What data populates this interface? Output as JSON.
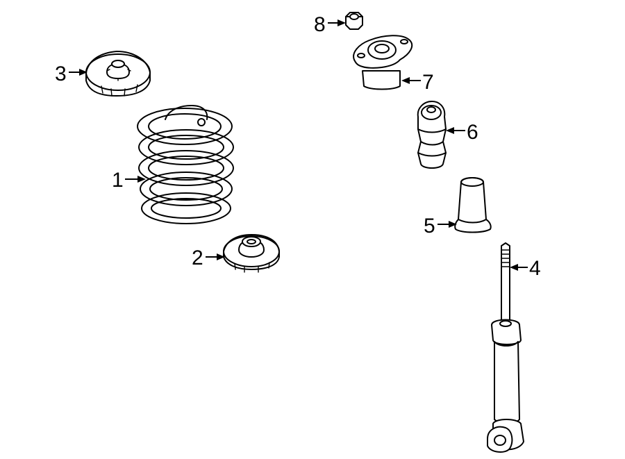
{
  "callouts": [
    {
      "number": "1",
      "part": "coil-spring"
    },
    {
      "number": "2",
      "part": "lower-spring-seat"
    },
    {
      "number": "3",
      "part": "upper-spring-seat"
    },
    {
      "number": "4",
      "part": "shock-absorber"
    },
    {
      "number": "5",
      "part": "dust-boot"
    },
    {
      "number": "6",
      "part": "bump-stop"
    },
    {
      "number": "7",
      "part": "upper-mount"
    },
    {
      "number": "8",
      "part": "nut"
    }
  ]
}
